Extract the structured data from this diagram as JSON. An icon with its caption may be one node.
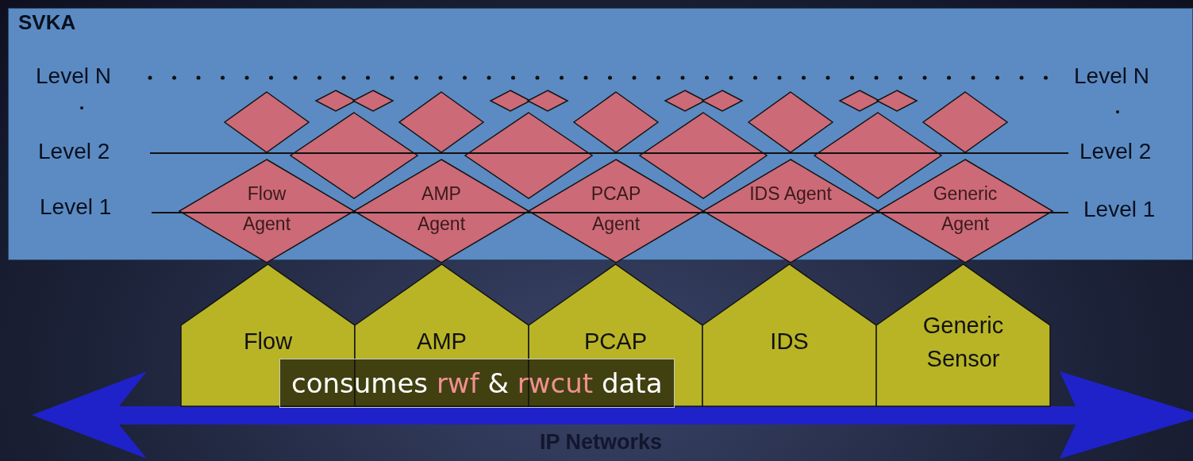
{
  "diagram": {
    "nodes": [
      {
        "text": [
          "SVKA"
        ]
      },
      {
        "text": [],
        "shape": "diamond",
        "in": 0
      },
      {
        "text": [],
        "shape": "diamond",
        "in": 0
      },
      {
        "text": [],
        "shape": "diamond",
        "in": 0
      },
      {
        "text": [],
        "shape": "diamond",
        "in": 0
      },
      {
        "text": [],
        "shape": "diamond",
        "in": 0
      },
      {
        "text": [],
        "shape": "diamond",
        "in": 0
      },
      {
        "text": [],
        "shape": "diamond",
        "in": 0
      },
      {
        "text": [],
        "shape": "diamond",
        "in": 0
      },
      {
        "text": [],
        "shape": "diamond",
        "in": 0
      },
      {
        "text": [],
        "shape": "diamond",
        "in": 0
      },
      {
        "text": [],
        "shape": "diamond",
        "in": 0
      },
      {
        "text": [],
        "shape": "diamond",
        "in": 0
      },
      {
        "text": [],
        "shape": "diamond",
        "in": 0
      },
      {
        "text": [],
        "shape": "diamond",
        "in": 0
      },
      {
        "text": [],
        "shape": "diamond",
        "in": 0
      },
      {
        "text": [],
        "shape": "diamond",
        "in": 0
      },
      {
        "text": [],
        "shape": "diamond",
        "in": 0
      },
      {
        "text": [
          "Flow Agent"
        ],
        "in": 0
      },
      {
        "text": [
          "AMP Agent"
        ],
        "in": 0
      },
      {
        "text": [
          "PCAP Agent"
        ],
        "in": 0
      },
      {
        "text": [
          "IDS Agent"
        ],
        "in": 0
      },
      {
        "text": [
          "Generic Agent"
        ],
        "in": 0
      },
      {
        "text": [
          "Flow"
        ]
      },
      {
        "text": [
          "AMP"
        ]
      },
      {
        "text": [
          "PCAP"
        ]
      },
      {
        "text": [
          "IDS"
        ]
      },
      {
        "text": [
          "Generic Sensor"
        ]
      }
    ],
    "labels": [
      "Level N",
      "Level N",
      "Level 2",
      "Level 2",
      "Level 1",
      "Level 1",
      "consumes **rwf** & **rwcut** data",
      "IP Networks"
    ]
  }
}
